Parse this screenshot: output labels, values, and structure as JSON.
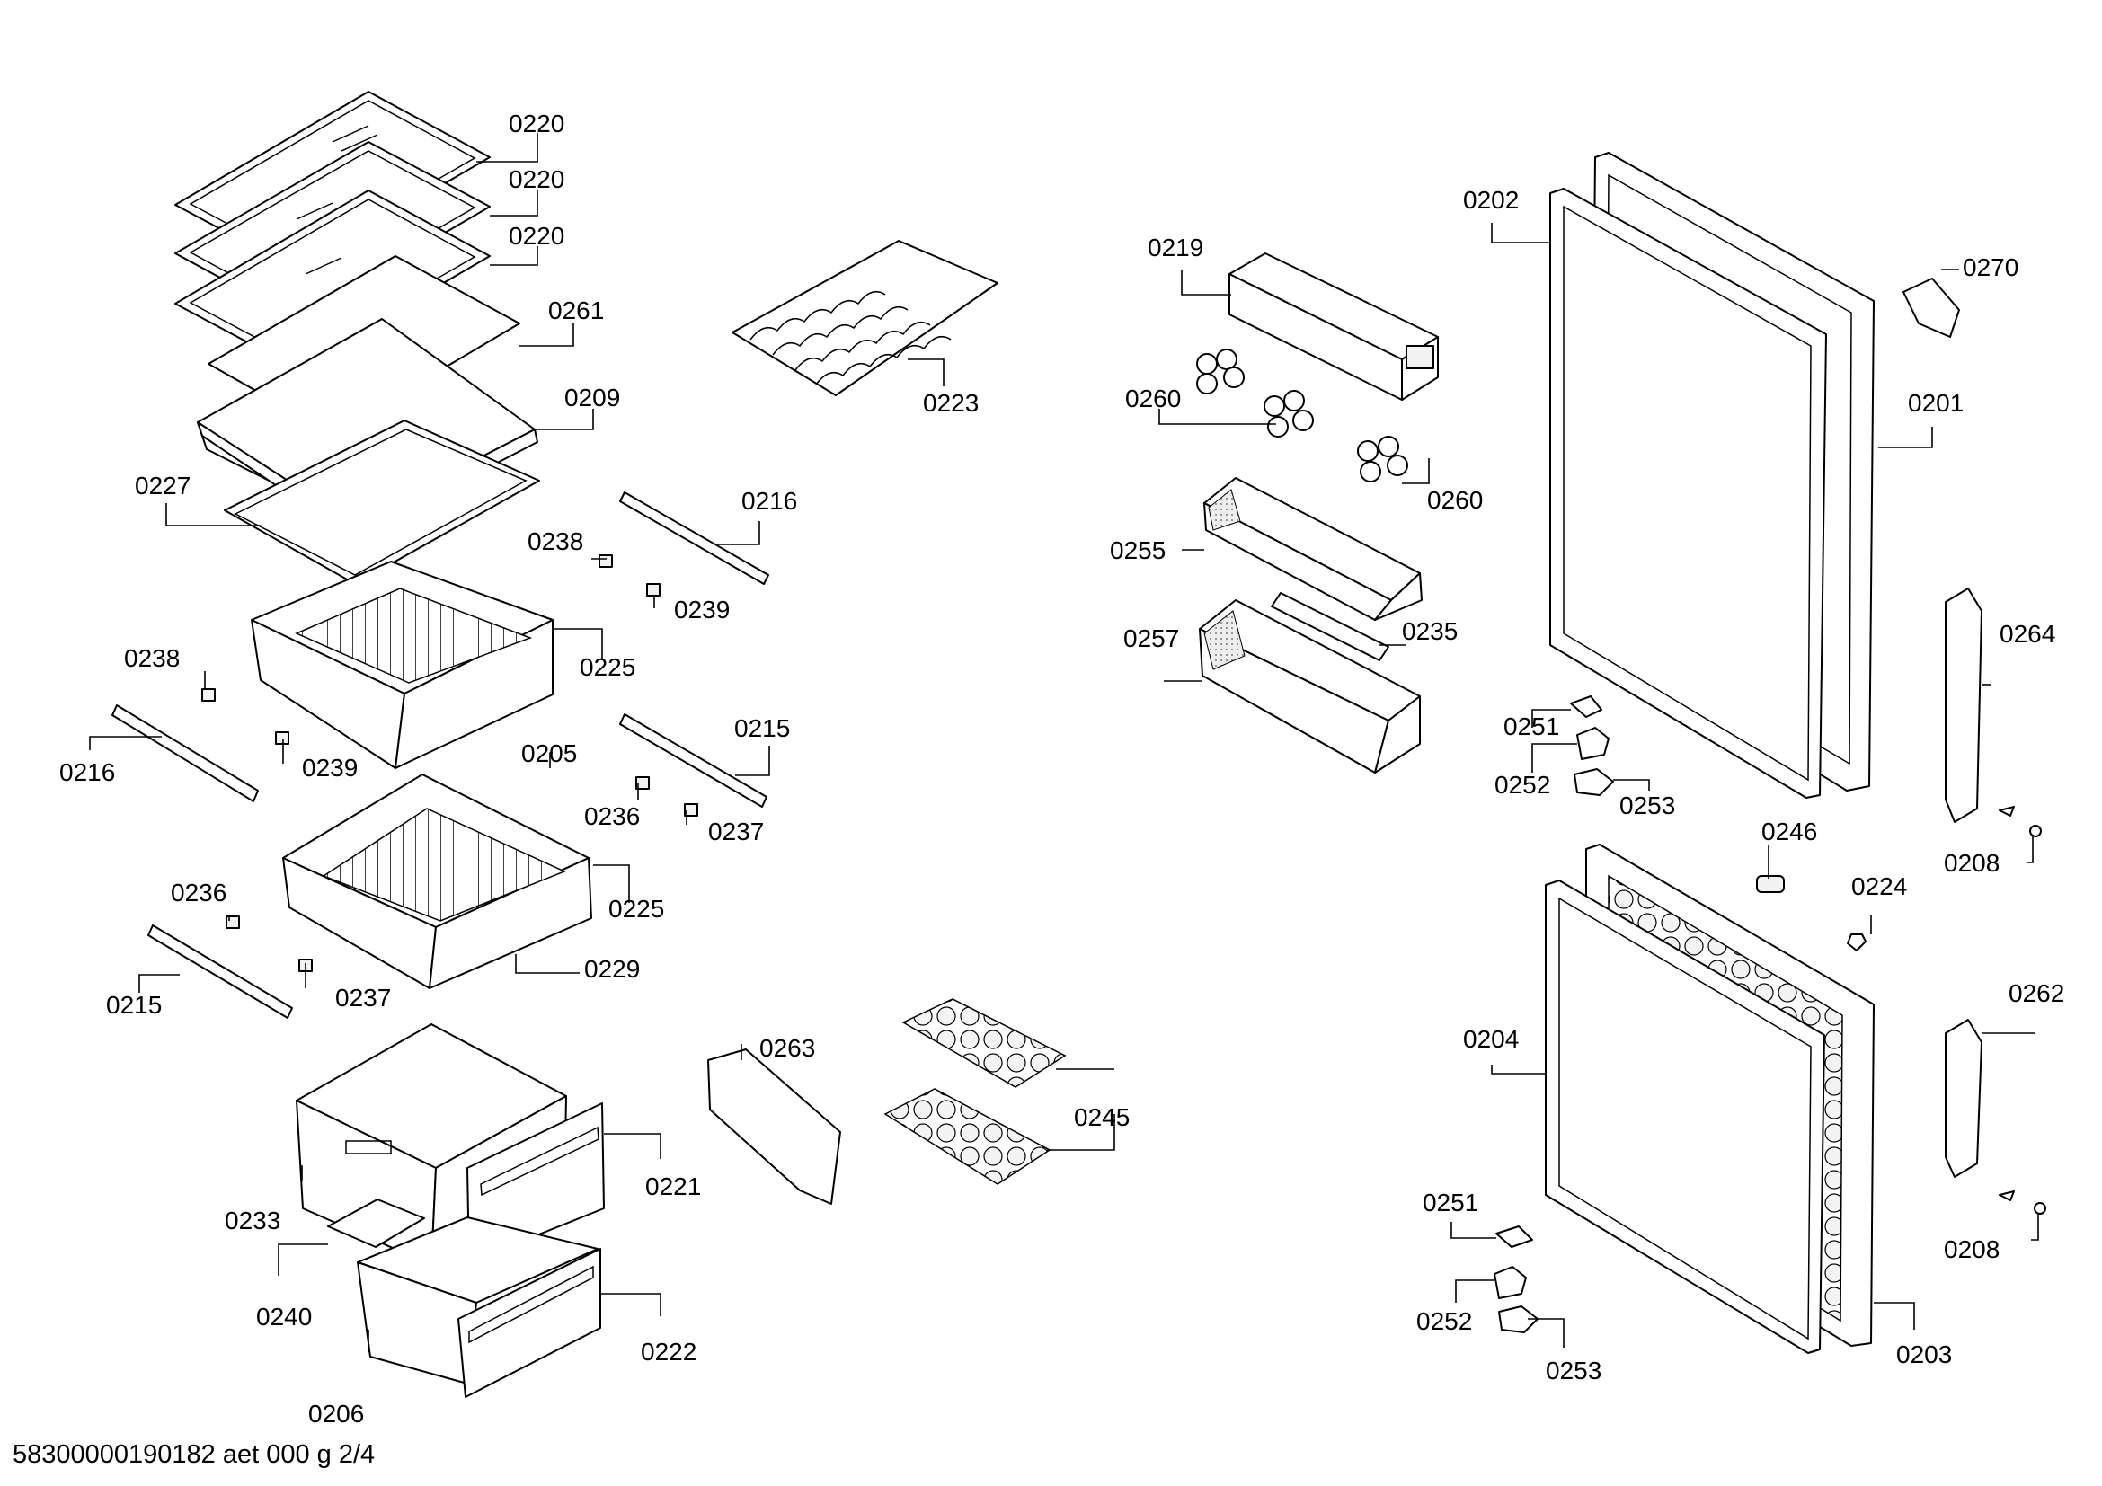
{
  "labels": {
    "l0220a": "0220",
    "l0220b": "0220",
    "l0220c": "0220",
    "l0261": "0261",
    "l0209": "0209",
    "l0227": "0227",
    "l0216a": "0216",
    "l0238a": "0238",
    "l0239a": "0239",
    "l0225a": "0225",
    "l0238b": "0238",
    "l0216b": "0216",
    "l0239b": "0239",
    "l0205": "0205",
    "l0215a": "0215",
    "l0236a": "0236",
    "l0237a": "0237",
    "l0225b": "0225",
    "l0236b": "0236",
    "l0229": "0229",
    "l0215b": "0215",
    "l0237b": "0237",
    "l0223": "0223",
    "l0263": "0263",
    "l0245": "0245",
    "l0221": "0221",
    "l0233": "0233",
    "l0240": "0240",
    "l0222": "0222",
    "l0206": "0206",
    "l0219": "0219",
    "l0260a": "0260",
    "l0260b": "0260",
    "l0255": "0255",
    "l0235": "0235",
    "l0257": "0257",
    "l0202": "0202",
    "l0270": "0270",
    "l0201": "0201",
    "l0264": "0264",
    "l0251a": "0251",
    "l0252a": "0252",
    "l0253a": "0253",
    "l0246": "0246",
    "l0224": "0224",
    "l0208a": "0208",
    "l0262": "0262",
    "l0204": "0204",
    "l0251b": "0251",
    "l0252b": "0252",
    "l0253b": "0253",
    "l0203": "0203",
    "l0208b": "0208"
  },
  "footer": "58300000190182 aet 000 g 2/4"
}
